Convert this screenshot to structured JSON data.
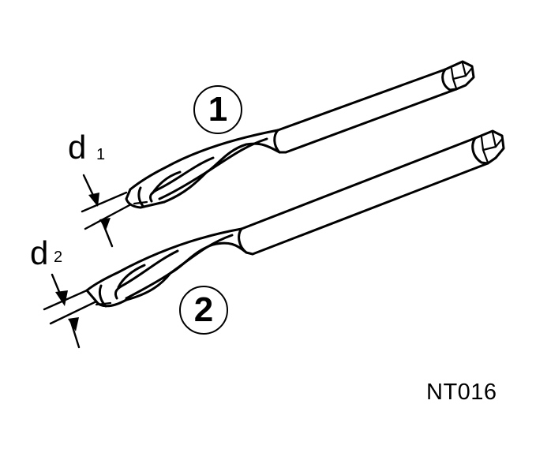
{
  "figure": {
    "id_label": "NT016",
    "background": "#ffffff",
    "line_color": "#000000"
  },
  "dimensions": {
    "d1": {
      "symbol": "d",
      "subscript": "1"
    },
    "d2": {
      "symbol": "d",
      "subscript": "2"
    }
  },
  "callouts": [
    {
      "number": "1",
      "refers_to": "drill-bit-1"
    },
    {
      "number": "2",
      "refers_to": "drill-bit-2"
    }
  ],
  "parts": [
    {
      "name": "drill-bit-1",
      "callout": "1",
      "diameter_label": "d1"
    },
    {
      "name": "drill-bit-2",
      "callout": "2",
      "diameter_label": "d2"
    }
  ]
}
